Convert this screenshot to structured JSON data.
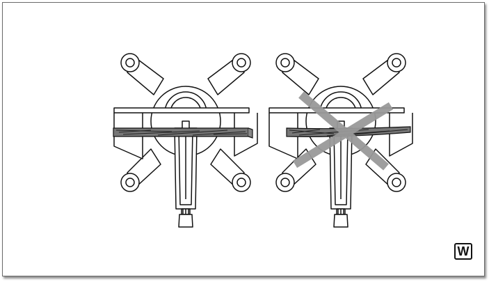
{
  "figure": {
    "panels": [
      {
        "id": "correct",
        "crossed_out": false
      },
      {
        "id": "incorrect",
        "crossed_out": true
      }
    ],
    "cross_color": "#999999",
    "line_color": "#111111",
    "rope_color": "#555555"
  },
  "badge": {
    "label": "W"
  }
}
